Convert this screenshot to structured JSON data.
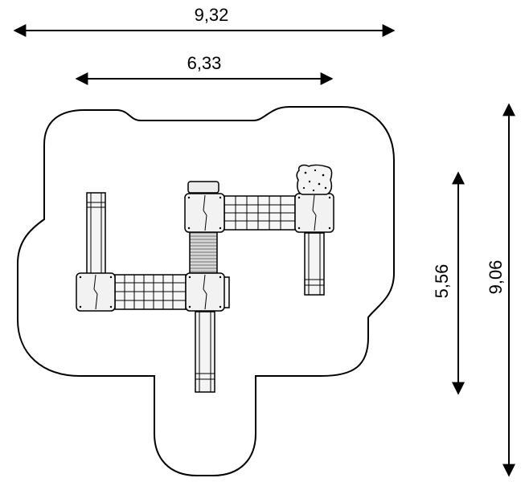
{
  "dimensions": {
    "overall_width": "9,32",
    "inner_width": "6,33",
    "inner_depth": "5,56",
    "overall_depth": "9,06"
  },
  "colors": {
    "line": "#000000",
    "fill": "#f2f2f2",
    "background": "#ffffff"
  }
}
